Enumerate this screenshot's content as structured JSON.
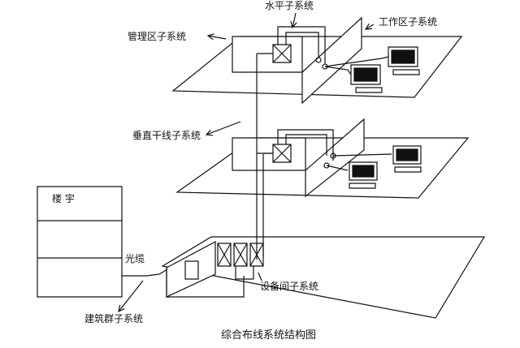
{
  "labels": {
    "horizontal_subsystem": "水平子系统",
    "work_area_subsystem": "工作区子系统",
    "admin_area_subsystem": "管理区子系统",
    "vertical_backbone_subsystem": "垂直干线子系统",
    "building": "楼    宇",
    "optical_cable": "光缆",
    "equipment_room_subsystem": "设备间子系统",
    "campus_subsystem": "建筑群子系统"
  },
  "caption": "综合布线系统结构图",
  "icons": [
    "patch-panel-icon",
    "computer-icon",
    "outlet-icon",
    "arrow-icon"
  ],
  "colors": {
    "line": "#111111",
    "background": "#ffffff"
  }
}
